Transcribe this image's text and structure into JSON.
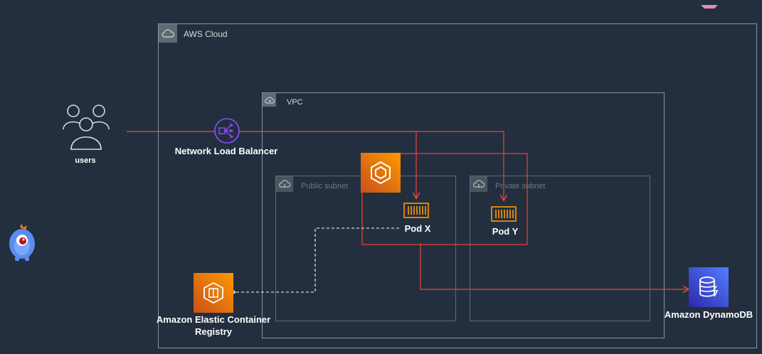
{
  "groups": {
    "aws_cloud": {
      "label": "AWS Cloud"
    },
    "vpc": {
      "label": "VPC"
    },
    "public_subnet": {
      "label": "Public subnet"
    },
    "private_subnet": {
      "label": "Private subnet"
    }
  },
  "nodes": {
    "users": {
      "label": "users"
    },
    "nlb": {
      "label": "Network Load Balancer"
    },
    "pod_x": {
      "label": "Pod X"
    },
    "pod_y": {
      "label": "Pod Y"
    },
    "ecr": {
      "label_line1": "Amazon Elastic Container",
      "label_line2": "Registry"
    },
    "dynamodb": {
      "label": "Amazon DynamoDB"
    }
  },
  "colors": {
    "background": "#232f3e",
    "connector": "#e7453c",
    "group_border": "#8a939c",
    "orange": "#ff9900",
    "nlb_purple": "#8c4fff",
    "dynamodb_blue": "#3b48cc"
  },
  "icons": {
    "cloud": "cloud-icon",
    "vpc": "lock-cloud-icon",
    "subnet": "subnet-icon",
    "users": "users-icon",
    "nlb": "load-balancer-icon",
    "eks": "eks-icon",
    "pod": "container-icon",
    "ecr": "ecr-icon",
    "dynamodb": "dynamodb-icon",
    "mascot": "mascot-icon"
  }
}
